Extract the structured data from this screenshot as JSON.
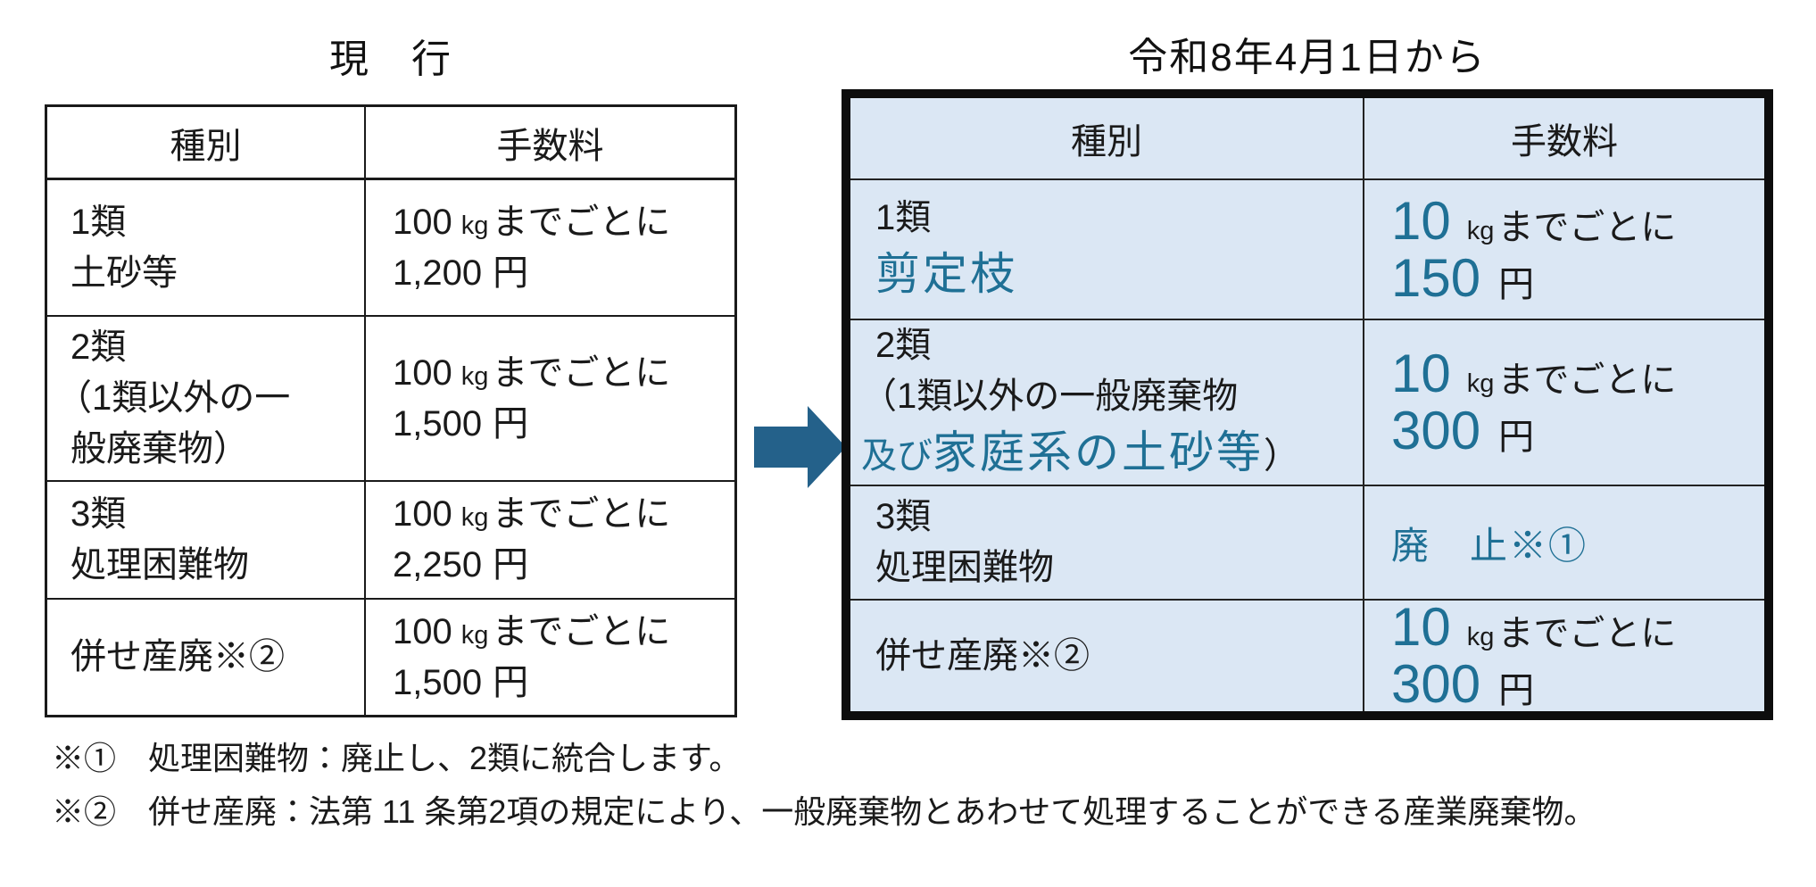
{
  "colors": {
    "accent": "#1f7095",
    "cell_fill": "#dbe7f4",
    "arrow": "#24618a",
    "border": "#1a1a1a"
  },
  "left_table": {
    "title": "現　行",
    "headers": {
      "type": "種別",
      "fee": "手数料"
    },
    "rows": [
      {
        "type_line1": "1類",
        "type_line2": "土砂等",
        "fee_amount": "100",
        "fee_unit": "kg",
        "fee_suffix": "までごとに",
        "fee_price": "1,200",
        "fee_yen": "円"
      },
      {
        "type_line1": "2類",
        "type_line2": "（1類以外の一",
        "type_line3": "般廃棄物）",
        "fee_amount": "100",
        "fee_unit": "kg",
        "fee_suffix": "までごとに",
        "fee_price": "1,500",
        "fee_yen": "円"
      },
      {
        "type_line1": "3類",
        "type_line2": "処理困難物",
        "fee_amount": "100",
        "fee_unit": "kg",
        "fee_suffix": "までごとに",
        "fee_price": "2,250",
        "fee_yen": "円"
      },
      {
        "type_line1": "併せ産廃※②",
        "fee_amount": "100",
        "fee_unit": "kg",
        "fee_suffix": "までごとに",
        "fee_price": "1,500",
        "fee_yen": "円"
      }
    ]
  },
  "right_table": {
    "title": "令和8年4月1日から",
    "headers": {
      "type": "種別",
      "fee": "手数料"
    },
    "rows": [
      {
        "type_line1": "1類",
        "type_highlight": "剪定枝",
        "fee_amount": "10",
        "fee_unit": "kg",
        "fee_suffix": "までごとに",
        "fee_price": "150",
        "fee_yen": "円"
      },
      {
        "type_line1": "2類",
        "type_line2": "（1類以外の一般廃棄物",
        "type_highlight_small": "及び",
        "type_highlight": "家庭系の土砂等",
        "type_close": "）",
        "fee_amount": "10",
        "fee_unit": "kg",
        "fee_suffix": "までごとに",
        "fee_price": "300",
        "fee_yen": "円"
      },
      {
        "type_line1": "3類",
        "type_line2": "処理困難物",
        "fee_abolished": "廃　止※①"
      },
      {
        "type_line1": "併せ産廃※②",
        "fee_amount": "10",
        "fee_unit": "kg",
        "fee_suffix": "までごとに",
        "fee_price": "300",
        "fee_yen": "円"
      }
    ]
  },
  "footnotes": {
    "note1": "※①　処理困難物：廃止し、2類に統合します。",
    "note2": "※②　併せ産廃：法第 11 条第2項の規定により、一般廃棄物とあわせて処理することができる産業廃棄物。"
  }
}
